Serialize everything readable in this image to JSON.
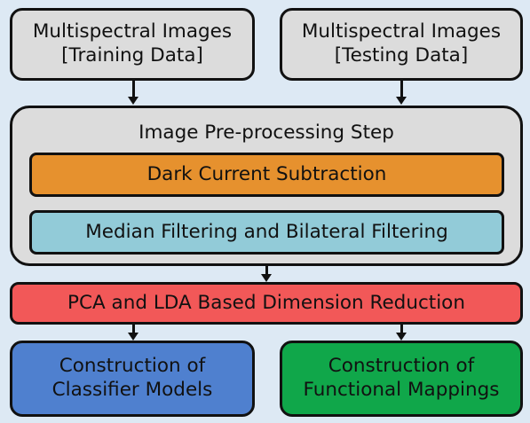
{
  "inputs": {
    "training": {
      "line1": "Multispectral Images",
      "line2": "[Training Data]"
    },
    "testing": {
      "line1": "Multispectral Images",
      "line2": "[Testing Data]"
    }
  },
  "preprocessing": {
    "title": "Image Pre-processing Step",
    "step1": "Dark Current Subtraction",
    "step2": "Median Filtering and Bilateral Filtering"
  },
  "reduction": "PCA and LDA Based Dimension Reduction",
  "outputs": {
    "classifier": {
      "line1": "Construction of",
      "line2": "Classifier Models"
    },
    "functional": {
      "line1": "Construction of",
      "line2": "Functional Mappings"
    }
  },
  "colors": {
    "background": "#dde9f4",
    "input_box": "#dcdcdc",
    "dark_current": "#e6912e",
    "filtering": "#92cbd8",
    "reduction": "#f25858",
    "classifier": "#4f80cf",
    "functional": "#10a74a"
  }
}
